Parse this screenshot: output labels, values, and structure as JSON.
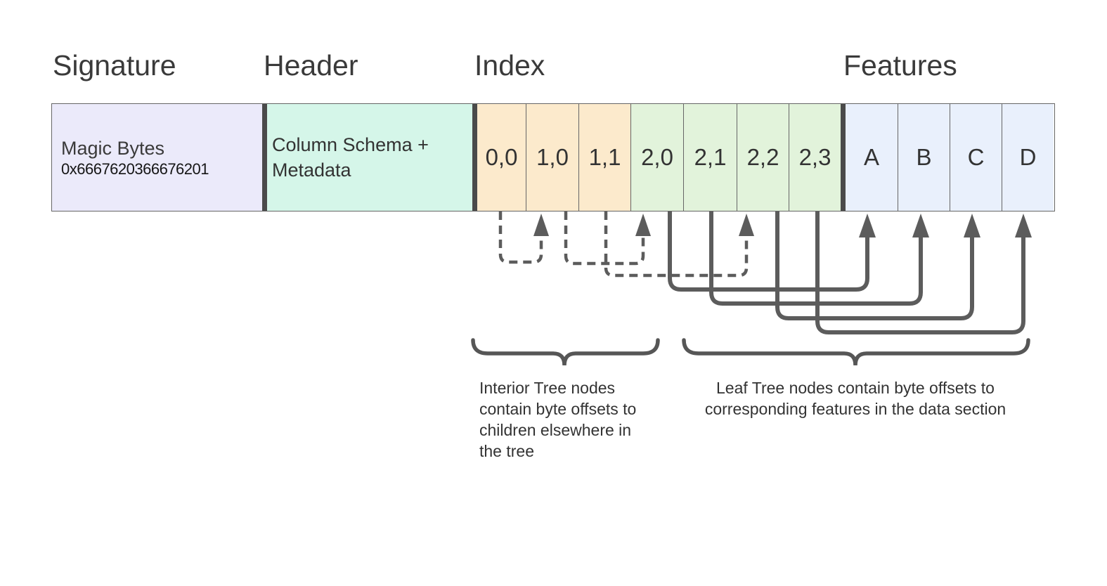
{
  "labels": {
    "signature": "Signature",
    "header": "Header",
    "index": "Index",
    "features": "Features"
  },
  "signature_cell": {
    "title": "Magic Bytes",
    "hex": "0x6667620366676201"
  },
  "header_cell": {
    "text": "Column Schema + Metadata"
  },
  "index_cells": [
    "0,0",
    "1,0",
    "1,1",
    "2,0",
    "2,1",
    "2,2",
    "2,3"
  ],
  "feature_cells": [
    "A",
    "B",
    "C",
    "D"
  ],
  "captions": {
    "interior": "Interior Tree nodes\ncontain byte offsets to\nchildren elsewhere in\nthe tree",
    "leaf": "Leaf Tree nodes contain byte offsets to\ncorresponding features in the data section"
  },
  "arrows": {
    "interior_links": [
      {
        "from": "0,0",
        "to": "1,0",
        "style": "dashed"
      },
      {
        "from": "1,0",
        "to": "2,0",
        "style": "dashed"
      },
      {
        "from": "1,1",
        "to": "2,2",
        "style": "dashed"
      }
    ],
    "leaf_links": [
      {
        "from": "2,0",
        "to": "A",
        "style": "solid"
      },
      {
        "from": "2,1",
        "to": "B",
        "style": "solid"
      },
      {
        "from": "2,2",
        "to": "C",
        "style": "solid"
      },
      {
        "from": "2,3",
        "to": "D",
        "style": "solid"
      }
    ]
  },
  "colors": {
    "signature_bg": "#EBEAFA",
    "header_bg": "#D5F6E9",
    "index_interior_bg": "#FCEACC",
    "index_leaf_bg": "#E2F3DB",
    "features_bg": "#E9F0FC",
    "separator_bar": "#4a4a4a",
    "cell_border": "#666666",
    "arrow": "#5c5c5c",
    "text": "#363636"
  }
}
